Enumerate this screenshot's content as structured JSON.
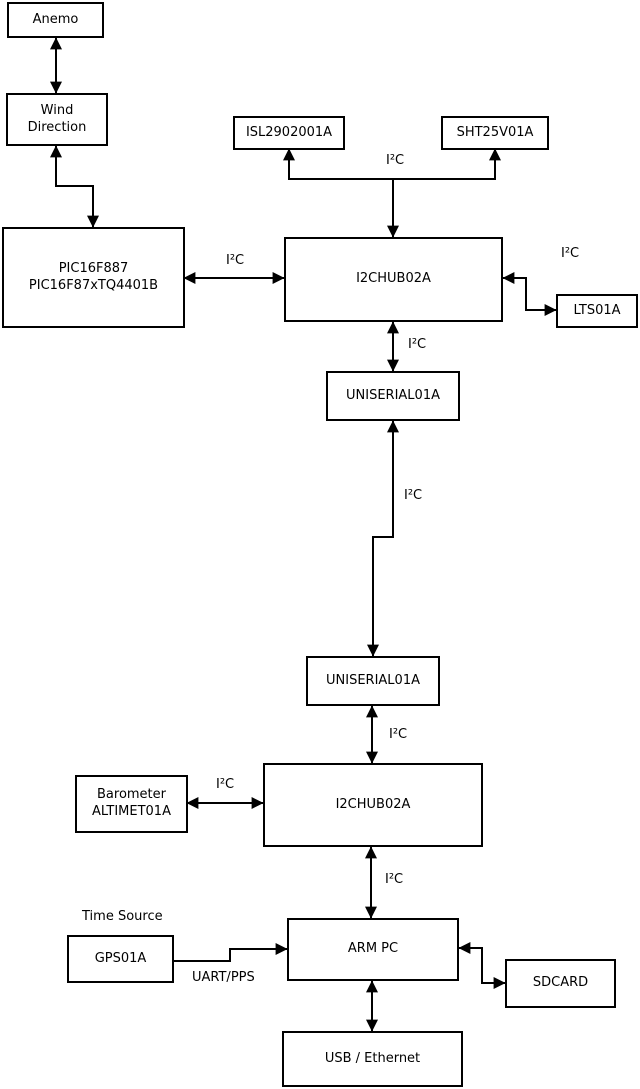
{
  "diagram": {
    "type": "block-diagram",
    "colors": {
      "line": "#000000",
      "background": "#ffffff",
      "box_fill": "#ffffff"
    },
    "nodes": {
      "anemo": "Anemo",
      "wind_direction": "Wind\nDirection",
      "pic": "PIC16F887\nPIC16F87xTQ4401B",
      "isl": "ISL2902001A",
      "sht": "SHT25V01A",
      "hub1": "I2CHUB02A",
      "lts": "LTS01A",
      "uniserial1": "UNISERIAL01A",
      "uniserial2": "UNISERIAL01A",
      "barometer": "Barometer\nALTIMET01A",
      "hub2": "I2CHUB02A",
      "gps": "GPS01A",
      "arm_pc": "ARM PC",
      "sdcard": "SDCARD",
      "usb_ethernet": "USB / Ethernet"
    },
    "labels": {
      "bus_top": "I²C",
      "pic_hub1": "I²C",
      "hub1_lts": "I²C",
      "hub1_uniserial1": "I²C",
      "uniserial1_uniserial2": "I²C",
      "uniserial2_hub2": "I²C",
      "barometer_hub2": "I²C",
      "hub2_arm_pc": "I²C",
      "time_source": "Time Source",
      "uart_pps": "UART/PPS"
    }
  }
}
